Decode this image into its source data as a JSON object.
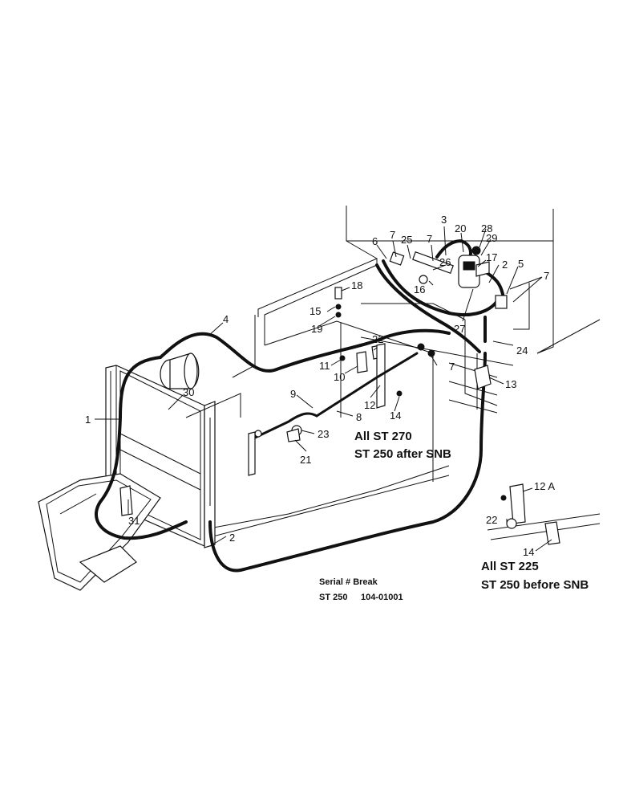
{
  "labels": {
    "l1": "1",
    "l2a": "2",
    "l2b": "2",
    "l3": "3",
    "l4": "4",
    "l5": "5",
    "l6": "6",
    "l7a": "7",
    "l7b": "7",
    "l7c": "7",
    "l7d": "7",
    "l8": "8",
    "l9": "9",
    "l10": "10",
    "l11": "11",
    "l12": "12",
    "l12a": "12 A",
    "l13": "13",
    "l14a": "14",
    "l14b": "14",
    "l15": "15",
    "l16": "16",
    "l17": "17",
    "l18": "18",
    "l19": "19",
    "l20": "20",
    "l21": "21",
    "l22a": "22",
    "l22b": "22",
    "l23": "23",
    "l24": "24",
    "l25": "25",
    "l26": "26",
    "l27": "27",
    "l28": "28",
    "l29": "29",
    "l30": "30",
    "l31": "31"
  },
  "captions": {
    "st270_line1": "All ST 270",
    "st270_line2": "ST 250 after SNB",
    "st225_line1": "All ST 225",
    "st225_line2": "ST 250 before SNB"
  },
  "serial_break": {
    "heading": "Serial # Break",
    "model": "ST 250",
    "number": "104-01001"
  }
}
